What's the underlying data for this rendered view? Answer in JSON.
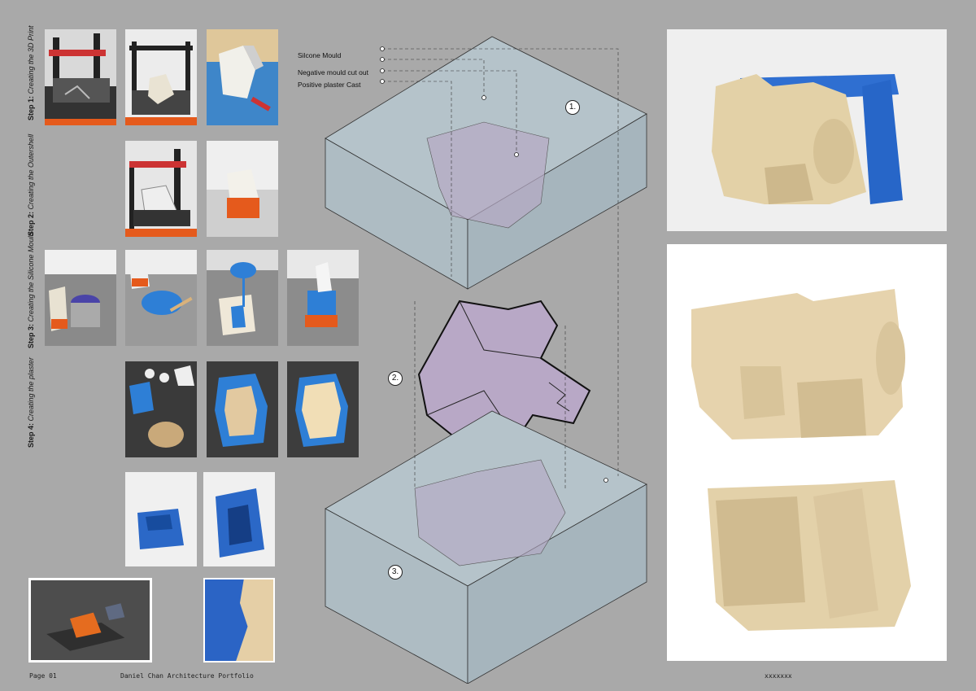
{
  "steps": [
    {
      "bold": "Step 1:",
      "text": " Creating the 3D Print"
    },
    {
      "bold": "Step 2:",
      "text": " Creating the Outershell"
    },
    {
      "bold": "Step 3:",
      "text": " Creating the Silicone Mould"
    },
    {
      "bold": "Step 4:",
      "text": " Creating the plaster"
    }
  ],
  "legend": {
    "items": [
      "Silcone Mould",
      "Negative mould cut out",
      "Positive plaster Cast"
    ]
  },
  "diagram_numbers": [
    "1.",
    "2.",
    "3."
  ],
  "footer": {
    "page": "Page 01",
    "portfolio": "Daniel Chan Architecture Portfolio",
    "code": "xxxxxxx"
  },
  "colors": {
    "background": "#a9a9a9",
    "silicone_blue": "#2f6fd1",
    "plaster": "#e6d3ad",
    "mould_box": "#b8c4c9"
  }
}
